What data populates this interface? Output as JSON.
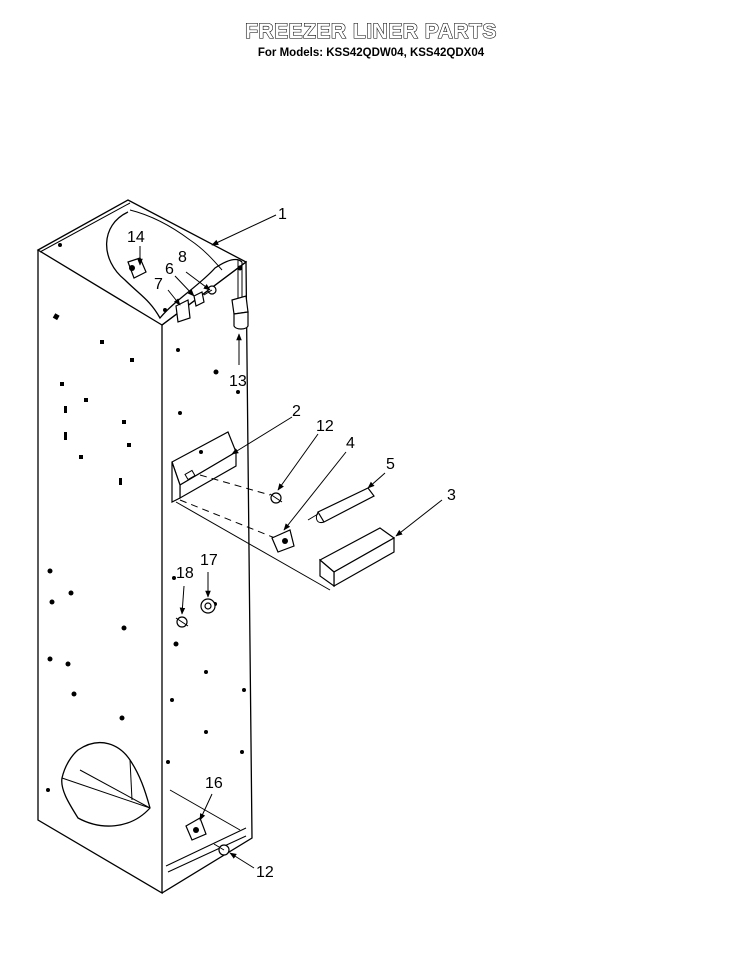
{
  "title": "FREEZER LINER PARTS",
  "subtitle": "For Models: KSS42QDW04, KSS42QDX04",
  "callouts": [
    "1",
    "14",
    "8",
    "6",
    "7",
    "13",
    "2",
    "12",
    "4",
    "5",
    "3",
    "18",
    "17",
    "16",
    "12"
  ]
}
